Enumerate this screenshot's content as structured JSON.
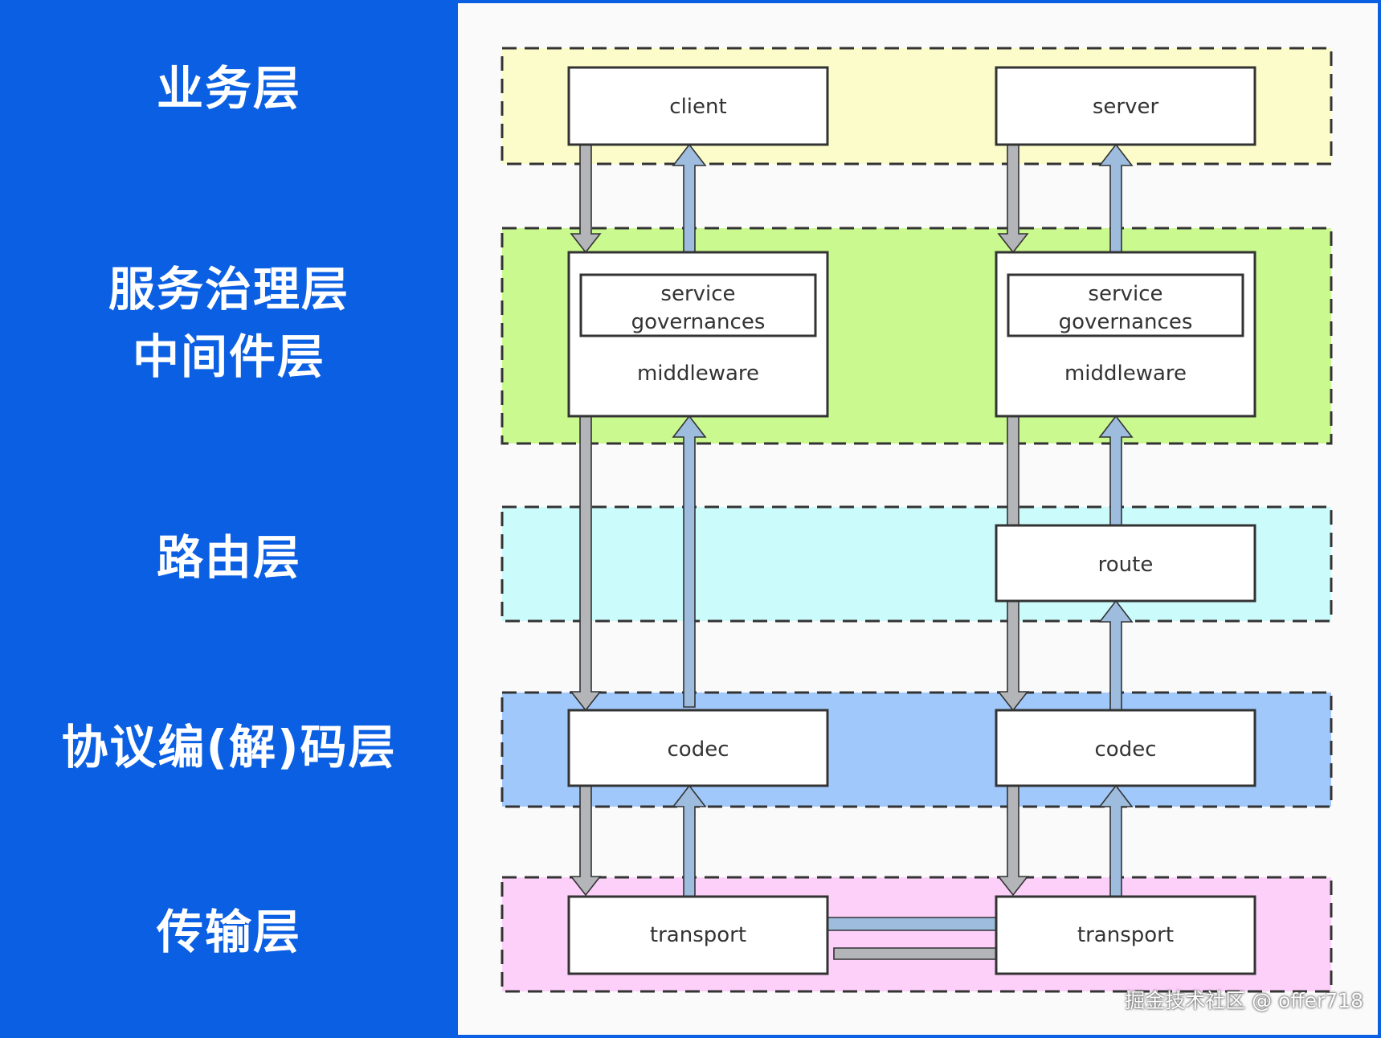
{
  "layers": [
    {
      "name": "业务层",
      "fill": "#fbfcc9"
    },
    {
      "name": "服务治理层\n中间件层",
      "fill": "#caf98f"
    },
    {
      "name": "路由层",
      "fill": "#ccfbfc"
    },
    {
      "name": "协议编(解)码层",
      "fill": "#a1c8fb"
    },
    {
      "name": "传输层",
      "fill": "#fdd0f9"
    }
  ],
  "components": {
    "client": "client",
    "server": "server",
    "sg_line1": "service",
    "sg_line2": "governances",
    "middleware": "middleware",
    "route": "route",
    "codec": "codec",
    "transport": "transport"
  },
  "colors": {
    "background": "#0b5fe3",
    "panel": "#fafafa",
    "down_arrow": "#b3b5b8",
    "up_arrow": "#9dbcde"
  },
  "watermark": "掘金技术社区 @ offer718"
}
